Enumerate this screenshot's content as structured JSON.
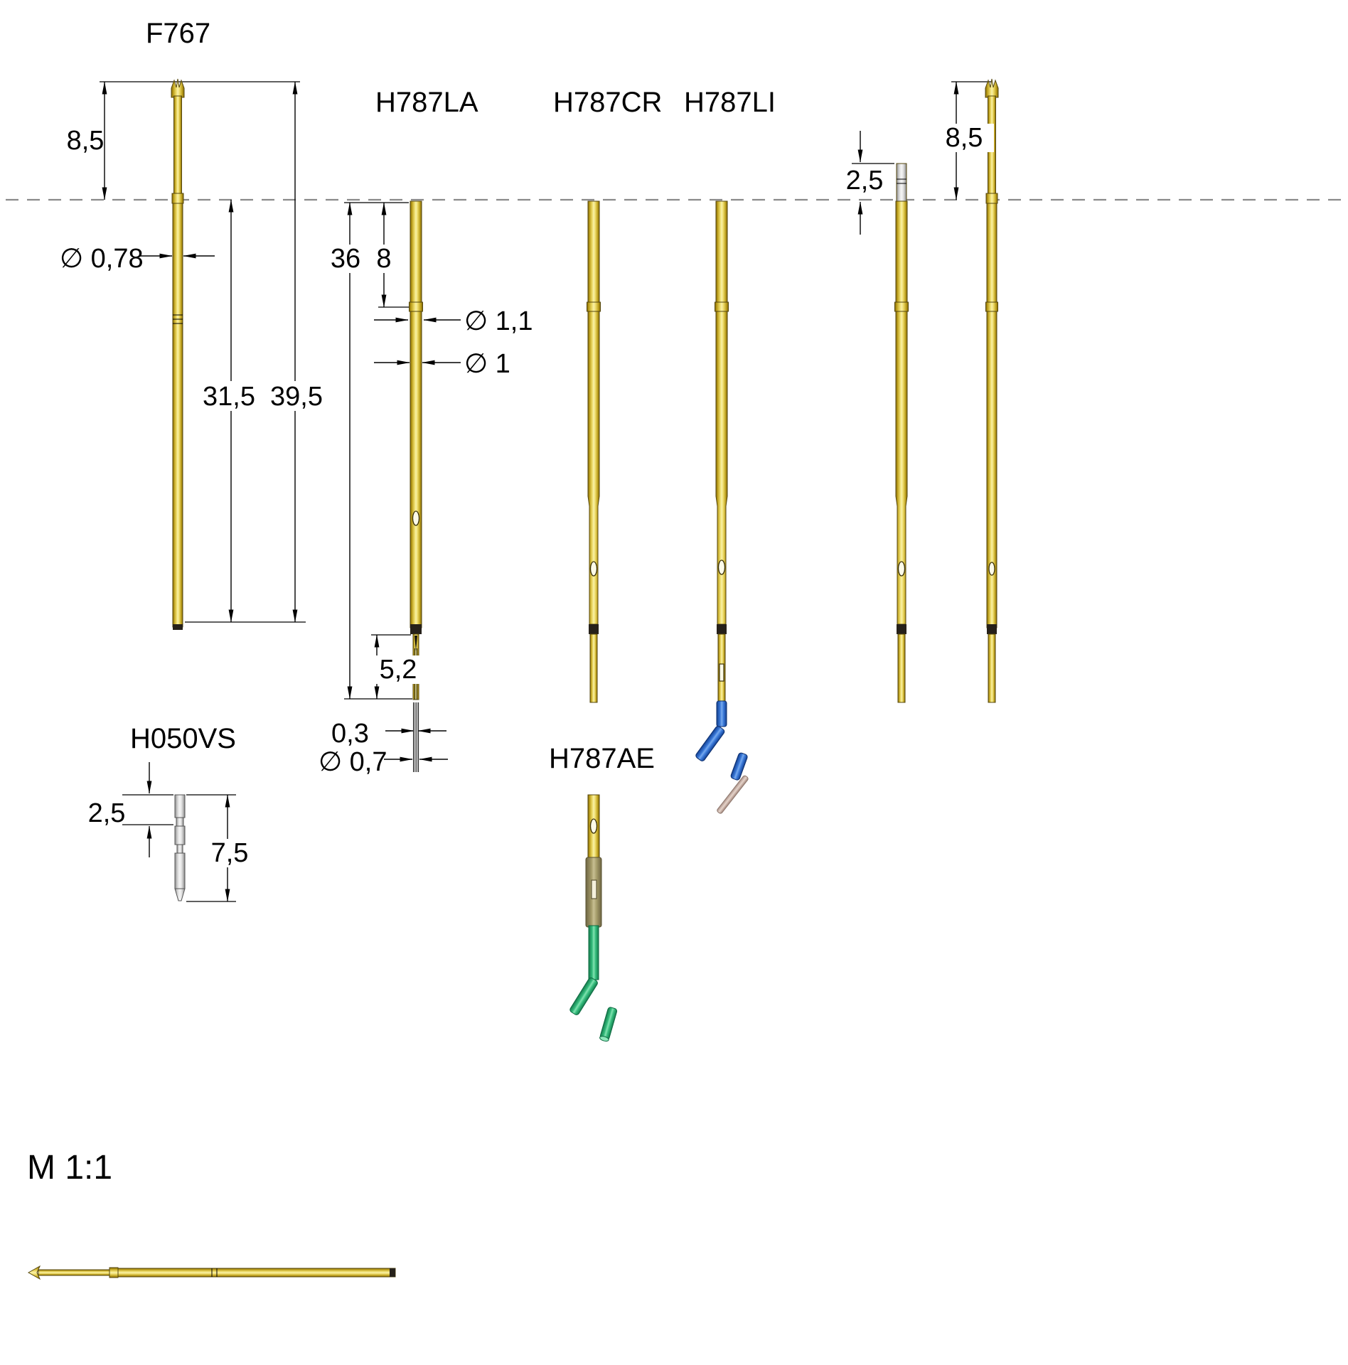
{
  "drawing": {
    "labels": {
      "f767": "F767",
      "h787la": "H787LA",
      "h787cr": "H787CR",
      "h787li": "H787LI",
      "h050vs": "H050VS",
      "h787ae": "H787AE",
      "scale": "M 1:1"
    },
    "dims": {
      "f767_tip_len": "8,5",
      "f767_dia": "∅ 0,78",
      "f767_barrel_len": "31,5",
      "f767_total_len": "39,5",
      "h787la_len": "36",
      "h787la_head_len": "8",
      "h787la_dia_outer": "∅ 1,1",
      "h787la_dia_barrel": "∅ 1",
      "h787la_tip_len": "5,2",
      "h787la_slot_w": "0,3",
      "h787la_tip_dia": "∅ 0,7",
      "right_tip_len": "2,5",
      "right_crown_len": "8,5",
      "h050vs_tip_len": "2,5",
      "h050vs_total_len": "7,5"
    },
    "colors": {
      "gold": "#e3ca3e",
      "blue": "#2e6fd6",
      "green": "#2fbf7a",
      "olive": "#a89d6e",
      "silver": "#e8e8e8",
      "wire": "#d9c3b8",
      "dark_cap": "#26211a"
    }
  }
}
